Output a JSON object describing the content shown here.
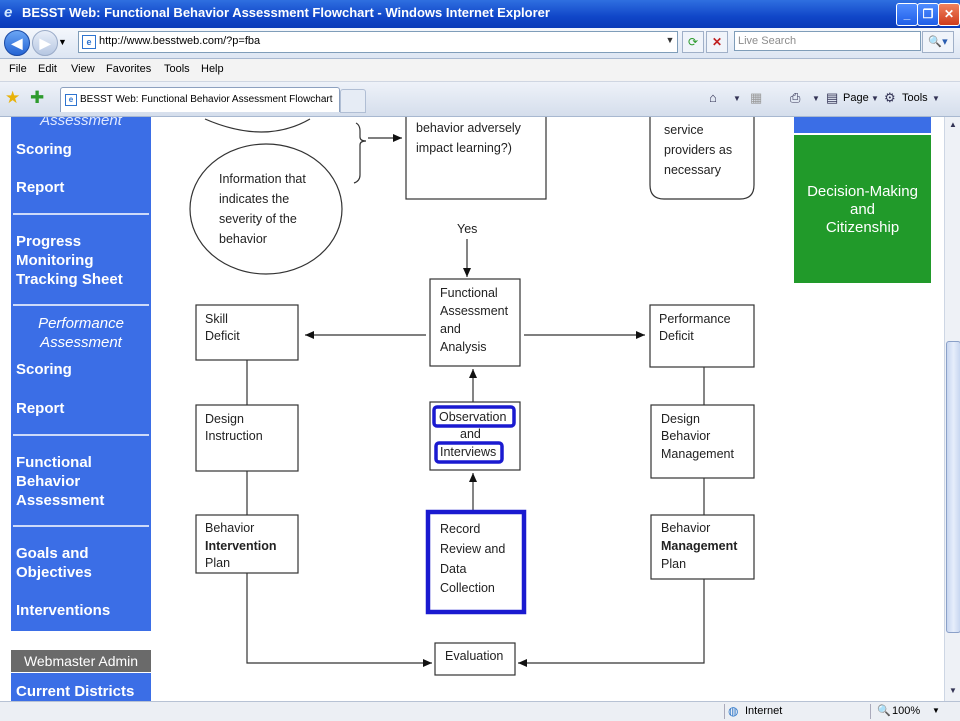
{
  "window": {
    "title": "BESST Web: Functional Behavior Assessment Flowchart - Windows Internet Explorer"
  },
  "navbar": {
    "address": "http://www.besstweb.com/?p=fba",
    "search_placeholder": "Live Search"
  },
  "menu": [
    "File",
    "Edit",
    "View",
    "Favorites",
    "Tools",
    "Help"
  ],
  "tabs": {
    "active_label": "BESST Web: Functional Behavior Assessment Flowchart"
  },
  "toolbar": {
    "page_label": "Page",
    "tools_label": "Tools"
  },
  "sidebar": {
    "top_partial": "Assessment",
    "scoring1": "Scoring",
    "report1": "Report",
    "progress": "Progress\nMonitoring\nTracking Sheet",
    "performance": "Performance\nAssessment",
    "scoring2": "Scoring",
    "report2": "Report",
    "fba": "Functional\nBehavior\nAssessment",
    "goals": "Goals and\nObjectives",
    "interventions": "Interventions",
    "webmaster": "Webmaster Admin",
    "current_districts": "Current Districts"
  },
  "right_panel": {
    "green_box": "Decision-Making\nand\nCitizenship"
  },
  "flowchart": {
    "top_box_lines": [
      "behavior adversely",
      "impact learning?)"
    ],
    "severity_circle_lines": [
      "Information that",
      "indicates the",
      "severity of the",
      "behavior"
    ],
    "service_box_lines": [
      "service",
      "providers as",
      "necessary"
    ],
    "yes_label": "Yes",
    "fa_box_lines": [
      "Functional",
      "Assessment",
      "and",
      "Analysis"
    ],
    "skill_deficit_lines": [
      "Skill",
      "Deficit"
    ],
    "performance_deficit_lines": [
      "Performance",
      "Deficit"
    ],
    "design_instruction_lines": [
      "Design",
      "Instruction"
    ],
    "observation": "Observation",
    "and": "and",
    "interviews": "Interviews",
    "design_behavior_lines": [
      "Design",
      "Behavior",
      "Management"
    ],
    "bip_line1": "Behavior",
    "bip_bold": "Intervention",
    "bip_line3": "Plan",
    "record_review_lines": [
      "Record",
      "Review and",
      "Data",
      "Collection"
    ],
    "bmp_line1": "Behavior",
    "bmp_bold": "Management",
    "bmp_line3": "Plan",
    "evaluation": "Evaluation"
  },
  "status": {
    "zone": "Internet",
    "zoom": "100%"
  },
  "colors": {
    "sidebar_blue": "#3b6ee6",
    "green": "#219a2a",
    "highlight_blue": "#1a1ad0"
  }
}
